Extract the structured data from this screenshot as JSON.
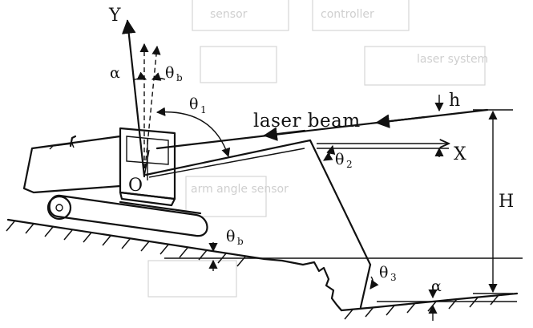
{
  "labels": {
    "y_axis": "Y",
    "x_axis": "X",
    "alpha_top": "α",
    "theta_b_top": "θ",
    "theta_b_top_sub": "b",
    "theta_1": "θ",
    "theta_1_sub": "1",
    "laser_beam": "laser beam",
    "h": "h",
    "theta_2": "θ",
    "theta_2_sub": "2",
    "origin": "O",
    "H": "H",
    "theta_b_low": "θ",
    "theta_b_low_sub": "b",
    "theta_3": "θ",
    "theta_3_sub": "3",
    "alpha_low": "α"
  },
  "background_text": {
    "sensor_top": "sensor",
    "controller_top": "controller",
    "laser_system": "laser system",
    "arm_angle_sensor": "arm angle sensor"
  },
  "colors": {
    "ink": "#111111",
    "ghost": "#d6d6d6"
  }
}
